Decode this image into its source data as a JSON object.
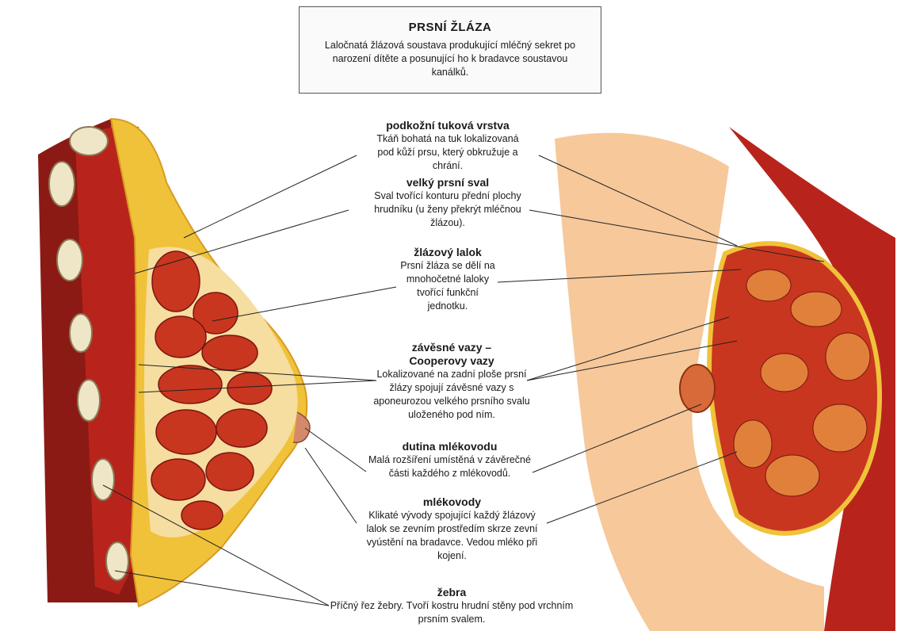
{
  "title": "PRSNÍ ŽLÁZA",
  "intro": "Laločnatá žlázová soustava produkující mléčný sekret po narození dítěte a posunující ho k bradavce soustavou kanálků.",
  "labels": [
    {
      "heading": "podkožní tuková vrstva",
      "text": "Tkáň bohatá na tuk lokalizovaná pod kůží prsu, který obkružuje a chrání."
    },
    {
      "heading": "velký prsní sval",
      "text": "Sval tvořící konturu přední plochy hrudníku (u ženy překrýt mléčnou žlázou)."
    },
    {
      "heading": "žlázový lalok",
      "text": "Prsní žláza se dělí na mnohočetné laloky tvořící funkční jednotku."
    },
    {
      "heading": "závěsné vazy – Cooperovy vazy",
      "text": "Lokalizované na zadní ploše prsní žlázy spojují závěsné vazy s aponeurozou velkého prsního svalu uloženého pod ním."
    },
    {
      "heading": "dutina mlékovodu",
      "text": "Malá rozšíření umístěná v závěrečné části každého z mlékovodů."
    },
    {
      "heading": "mlékovody",
      "text": "Klikaté vývody spojující každý žlázový lalok se zevním prostředím skrze zevní vyústění na bradavce. Vedou mléko při kojení."
    },
    {
      "heading": "žebra",
      "text": "Příčný řez žebry. Tvoří kostru hrudní stěny pod vrchním prsním svalem."
    }
  ],
  "colors": {
    "fat": "#f0c23a",
    "muscle": "#b8241c",
    "lobe": "#c8361f",
    "bone": "#efe6c8",
    "skin": "#f6c89a"
  }
}
